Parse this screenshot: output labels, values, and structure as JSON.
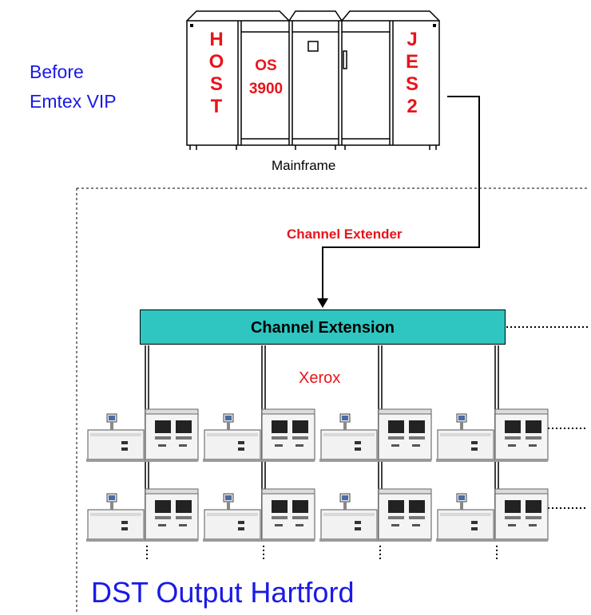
{
  "before_text": [
    "Before",
    "Emtex VIP"
  ],
  "mainframe": {
    "host_letters": [
      "H",
      "O",
      "S",
      "T"
    ],
    "os_lines": [
      "OS",
      "3900"
    ],
    "jes_letters": [
      "J",
      "E",
      "S",
      "2"
    ],
    "label": "Mainframe"
  },
  "connection_label": "Channel Extender",
  "channel_box_label": "Channel Extension",
  "printer_group_label": "Xerox",
  "site_label": "DST Output Hartford",
  "colors": {
    "blue_text": "#1a1ae6",
    "red_text": "#e8141b",
    "channel_box_fill": "#2fc6c2"
  },
  "printer_icon": "xerox-printer-icon"
}
